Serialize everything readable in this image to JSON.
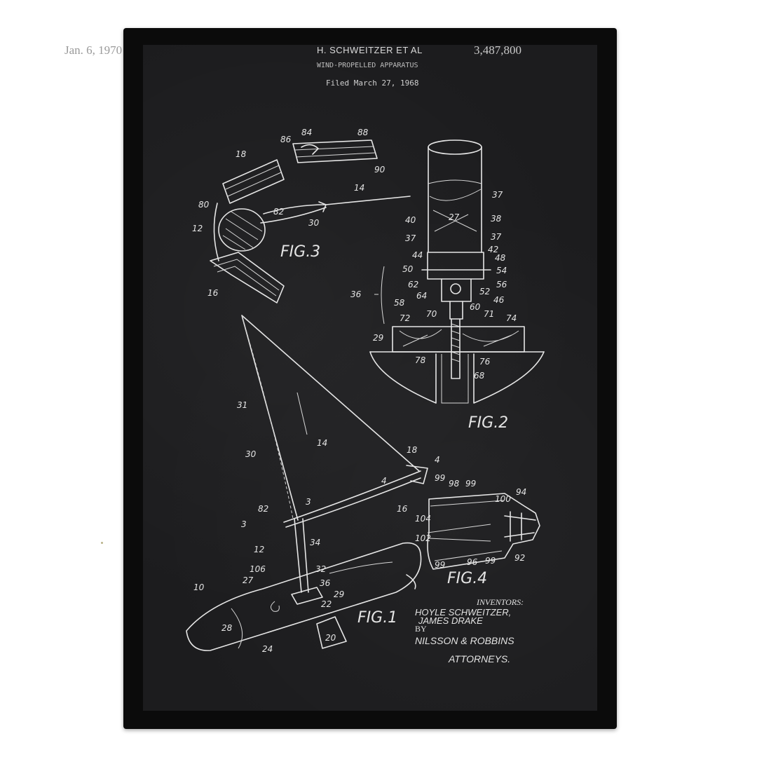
{
  "header": {
    "date": "Jan. 6, 1970",
    "inventor": "H. SCHWEITZER ET AL",
    "patent_number": "3,487,800",
    "title": "WIND-PROPELLED APPARATUS",
    "filed": "Filed March 27, 1968"
  },
  "figures": {
    "fig1": "FIG.1",
    "fig2": "FIG.2",
    "fig3": "FIG.3",
    "fig4": "FIG.4"
  },
  "signature": {
    "inventors_label": "INVENTORS:",
    "inventor_names_1": "HOYLE SCHWEITZER,",
    "inventor_names_2": "JAMES DRAKE",
    "by": "BY",
    "firm": "NILSSON & ROBBINS",
    "attorneys": "ATTORNEYS."
  },
  "colors": {
    "frame": "#0b0b0b",
    "board": "#1c1c1e",
    "ink": "#e6e6e6"
  }
}
